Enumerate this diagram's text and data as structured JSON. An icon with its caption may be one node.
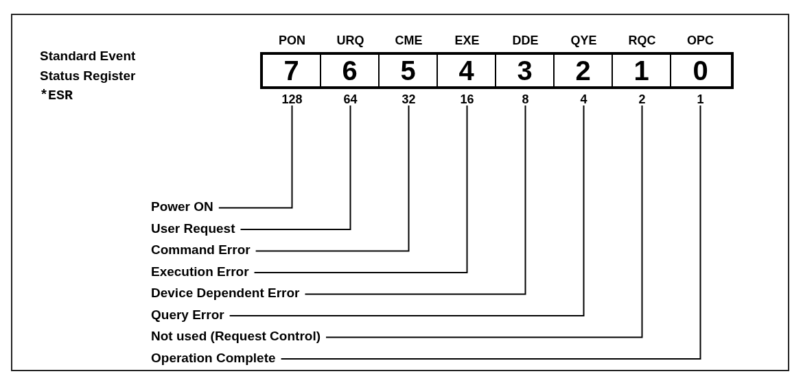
{
  "diagram": {
    "nodes": [
      {
        "text": [
          "PON",
          "7",
          "128"
        ]
      },
      {
        "text": [
          "URQ",
          "6",
          "64"
        ]
      },
      {
        "text": [
          "CME",
          "5",
          "32"
        ]
      },
      {
        "text": [
          "EXE",
          "4",
          "16"
        ]
      },
      {
        "text": [
          "DDE",
          "3",
          "8"
        ]
      },
      {
        "text": [
          "QYE",
          "2",
          "4"
        ]
      },
      {
        "text": [
          "RQC",
          "1",
          "2"
        ]
      },
      {
        "text": [
          "OPC",
          "0",
          "1"
        ]
      },
      {
        "text": [
          "Power ON"
        ]
      },
      {
        "text": [
          "User Request"
        ]
      },
      {
        "text": [
          "Command Error"
        ]
      },
      {
        "text": [
          "Execution Error"
        ]
      },
      {
        "text": [
          "Device Dependent Error"
        ]
      },
      {
        "text": [
          "Query Error"
        ]
      },
      {
        "text": [
          "Not used (Request Control)"
        ]
      },
      {
        "text": [
          "Operation Complete"
        ]
      }
    ],
    "edges": [
      {
        "from": 8,
        "to": 0,
        "arrow": "none"
      },
      {
        "from": 9,
        "to": 1,
        "arrow": "none"
      },
      {
        "from": 10,
        "to": 2,
        "arrow": "none"
      },
      {
        "from": 11,
        "to": 3,
        "arrow": "none"
      },
      {
        "from": 12,
        "to": 4,
        "arrow": "none"
      },
      {
        "from": 13,
        "to": 5,
        "arrow": "none"
      },
      {
        "from": 14,
        "to": 6,
        "arrow": "none"
      },
      {
        "from": 15,
        "to": 7,
        "arrow": "none"
      }
    ],
    "labels": [
      "Standard Event",
      "Status Register",
      "*ESR"
    ]
  }
}
